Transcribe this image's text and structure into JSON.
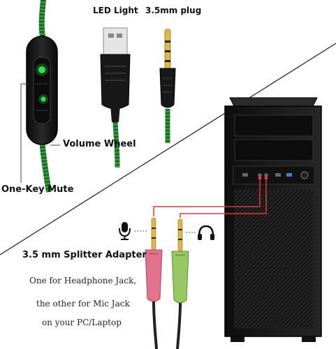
{
  "labels": {
    "led_light": "LED Light",
    "plug": "3.5mm plug",
    "volume_wheel": "Volume Wheel",
    "one_key_mute": "One-Key Mute",
    "splitter_title": "3.5 mm Splitter Adapter",
    "desc_line1": "One for Headphone Jack,",
    "desc_line2": "the other for Mic Jack",
    "desc_line3": "on your PC/Laptop"
  },
  "icons": {
    "mic": "microphone-icon",
    "headphone": "headphone-icon"
  },
  "colors": {
    "cable_green": "#2f9a3a",
    "led_green": "#35e04a",
    "callout_red": "#d83a3a",
    "plug_pink": "#e3738c",
    "plug_green": "#98c864",
    "case_dark": "#1a1a1a"
  }
}
